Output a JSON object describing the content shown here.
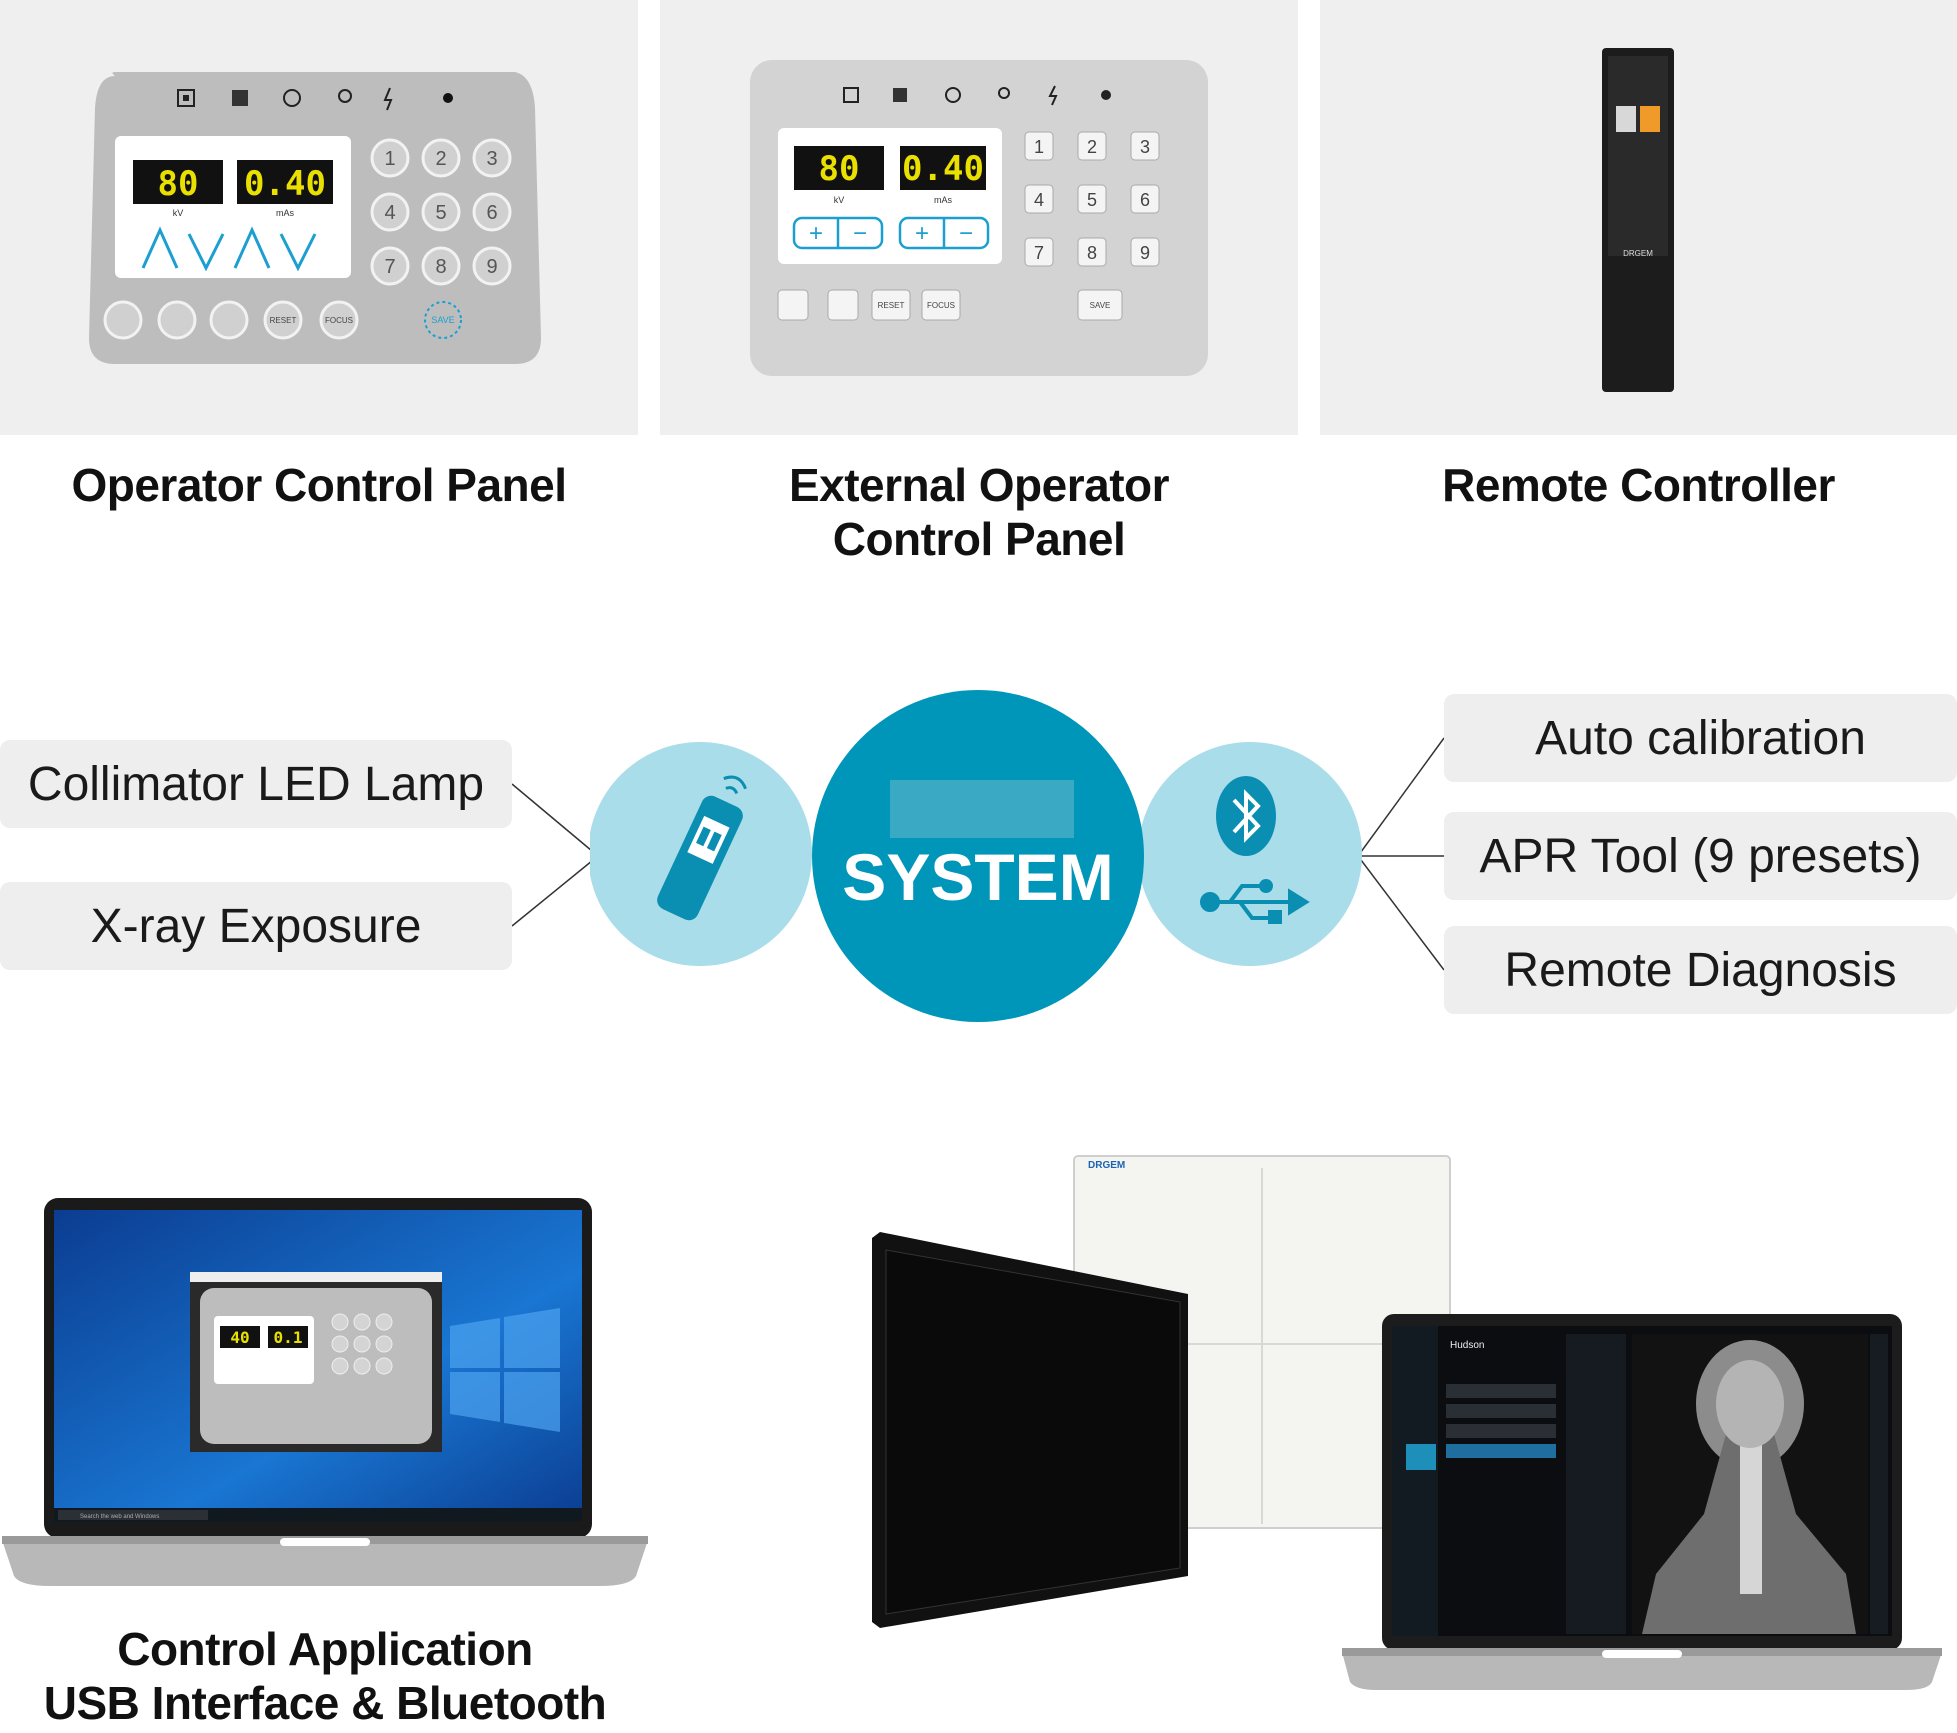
{
  "products": [
    {
      "caption": "Operator Control Panel",
      "icon": "operator-control-panel",
      "kv": "80",
      "mas": "0.40",
      "kv_unit": "kV",
      "mas_unit": "mAs",
      "keys": [
        "1",
        "2",
        "3",
        "4",
        "5",
        "6",
        "7",
        "8",
        "9"
      ],
      "buttons": [
        "RESET",
        "FOCUS",
        "SAVE"
      ]
    },
    {
      "caption_lines": [
        "External Operator",
        "Control Panel"
      ],
      "icon": "external-operator-control-panel",
      "kv": "80",
      "mas": "0.40",
      "kv_unit": "kV",
      "mas_unit": "mAs",
      "keys": [
        "1",
        "2",
        "3",
        "4",
        "5",
        "6",
        "7",
        "8",
        "9"
      ],
      "buttons": [
        "RESET",
        "FOCUS",
        "SAVE"
      ]
    },
    {
      "caption": "Remote Controller",
      "icon": "remote-controller",
      "brand": "DRGEM"
    }
  ],
  "center": {
    "label": "SYSTEM",
    "left_icon": "remote-icon",
    "right_icons": [
      "bluetooth-icon",
      "usb-icon"
    ],
    "colors": {
      "main": "#0096b9",
      "light": "#a9dde9"
    }
  },
  "left_features": [
    "Collimator LED Lamp",
    "X-ray Exposure"
  ],
  "right_features": [
    "Auto calibration",
    "APR Tool (9 presets)",
    "Remote Diagnosis"
  ],
  "laptop_app": {
    "caption_lines": [
      "Control Application",
      "USB Interface & Bluetooth"
    ],
    "screen_kv": "40",
    "screen_mas": "0.1",
    "taskbar_search": "Search the web and Windows"
  },
  "detector_group": {
    "brand": "DRGEM",
    "patient_name": "Hudson",
    "icon": "detector-panels"
  }
}
